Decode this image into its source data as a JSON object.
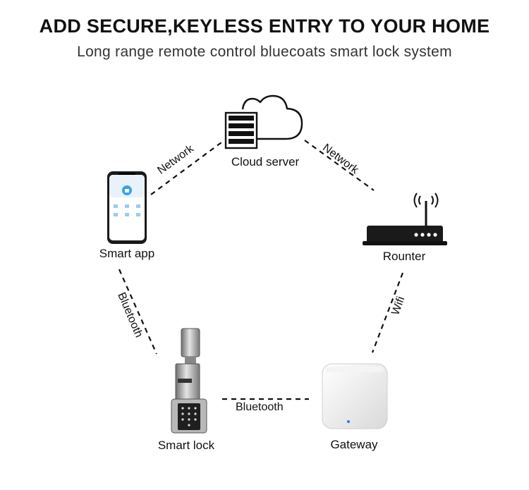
{
  "header": {
    "title": "ADD SECURE,KEYLESS ENTRY TO YOUR HOME",
    "subtitle": "Long range remote control bluecoats smart lock system"
  },
  "nodes": {
    "cloud": "Cloud server",
    "app": "Smart app",
    "router": "Rounter",
    "lock": "Smart lock",
    "gateway": "Gateway"
  },
  "connections": {
    "app_cloud": "Network",
    "cloud_router": "Network",
    "app_lock": "Bluetooth",
    "router_gateway": "Wifi",
    "lock_gateway": "Bluetooth"
  },
  "colors": {
    "line": "#111111",
    "gateway_led": "#2a7de1",
    "app_accent": "#3da0e8"
  }
}
